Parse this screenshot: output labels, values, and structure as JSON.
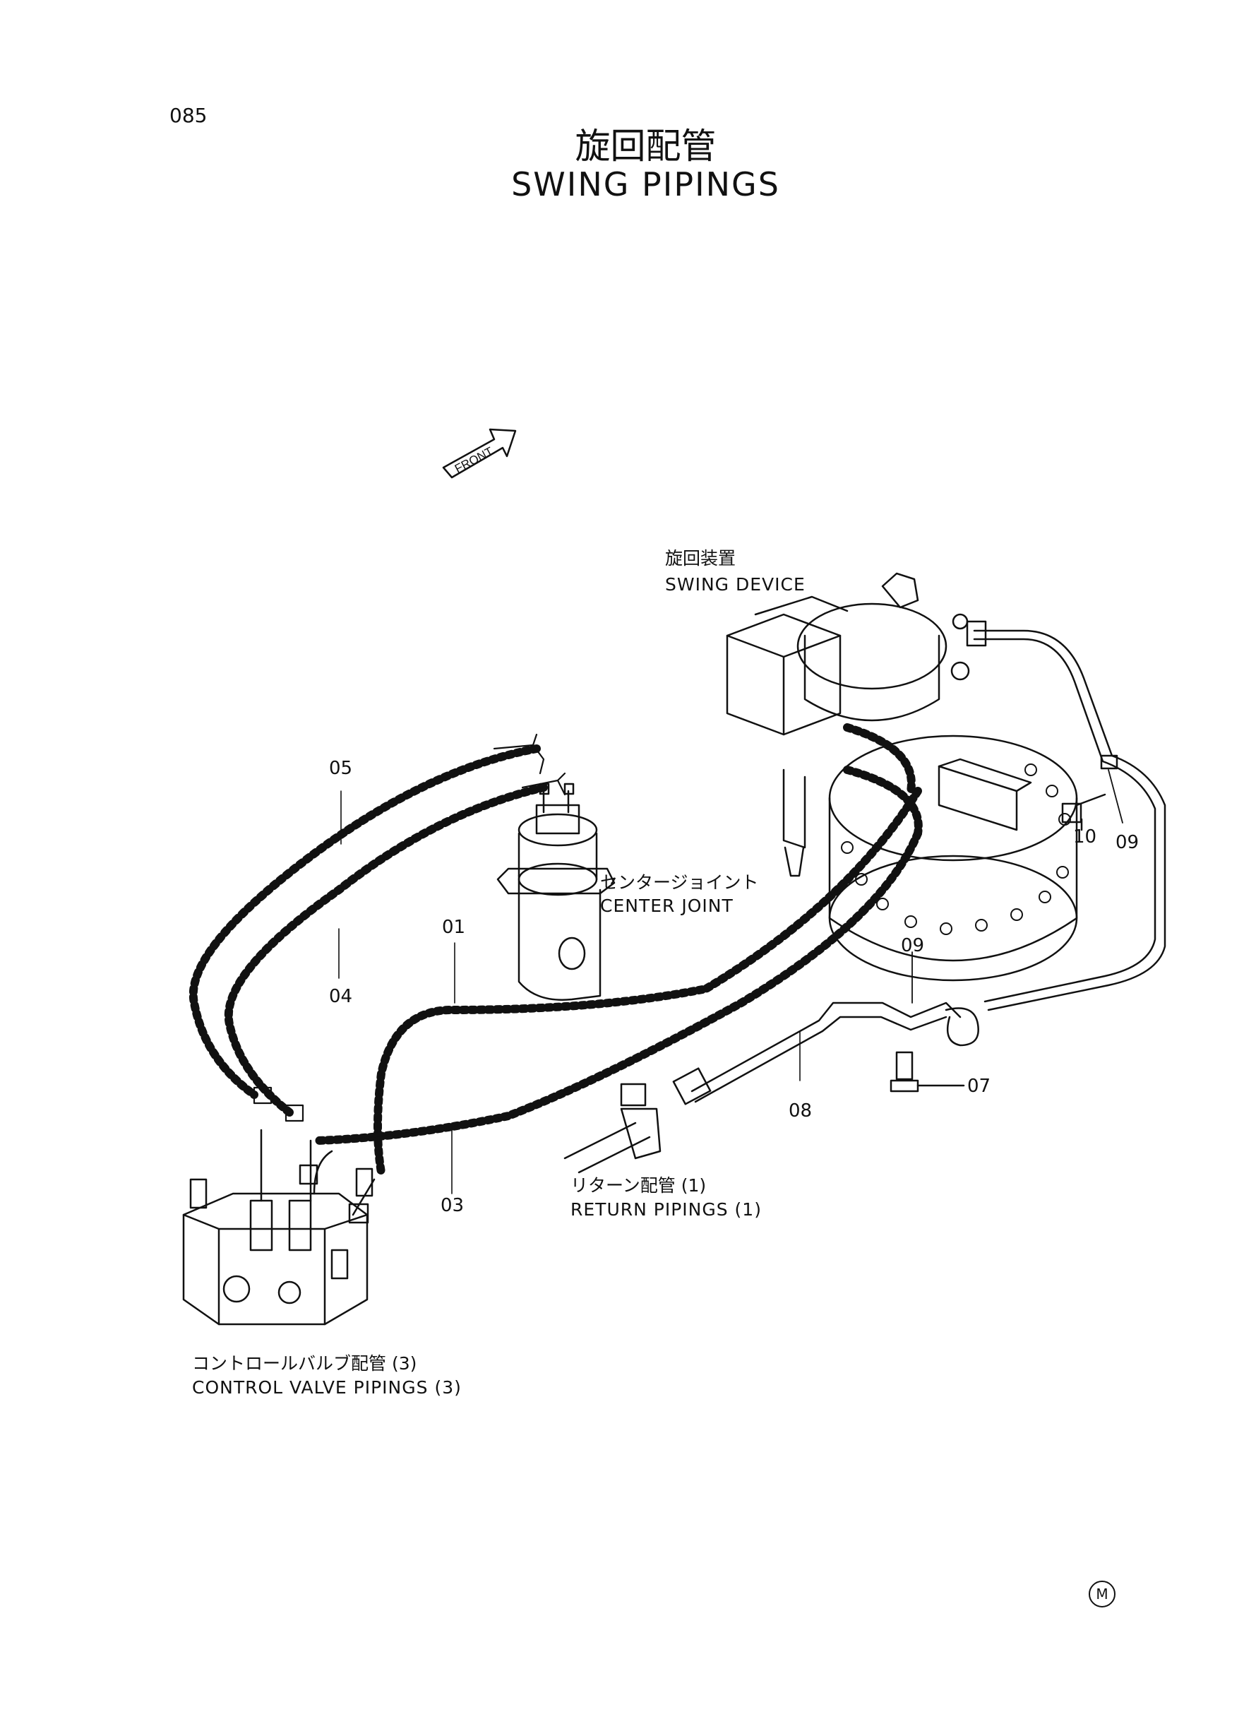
{
  "page_number": "085",
  "title": {
    "jp": "旋回配管",
    "en": "SWING  PIPINGS"
  },
  "front_arrow_text": "FRONT",
  "labels": {
    "swing_device": {
      "jp": "旋回装置",
      "en": "SWING  DEVICE"
    },
    "center_joint": {
      "jp": "センタージョイント",
      "en": "CENTER  JOINT"
    },
    "return_pipings": {
      "jp": "リターン配管 (1)",
      "en": "RETURN  PIPINGS  (1)"
    },
    "control_valve_pipings": {
      "jp": "コントロールバルブ配管 (3)",
      "en": "CONTROL  VALVE  PIPINGS  (3)"
    }
  },
  "part_numbers": {
    "p01": "01",
    "p03": "03",
    "p04": "04",
    "p05": "05",
    "p07": "07",
    "p08": "08",
    "p09a": "09",
    "p09b": "09",
    "p10": "10"
  },
  "footer_mark": "M"
}
